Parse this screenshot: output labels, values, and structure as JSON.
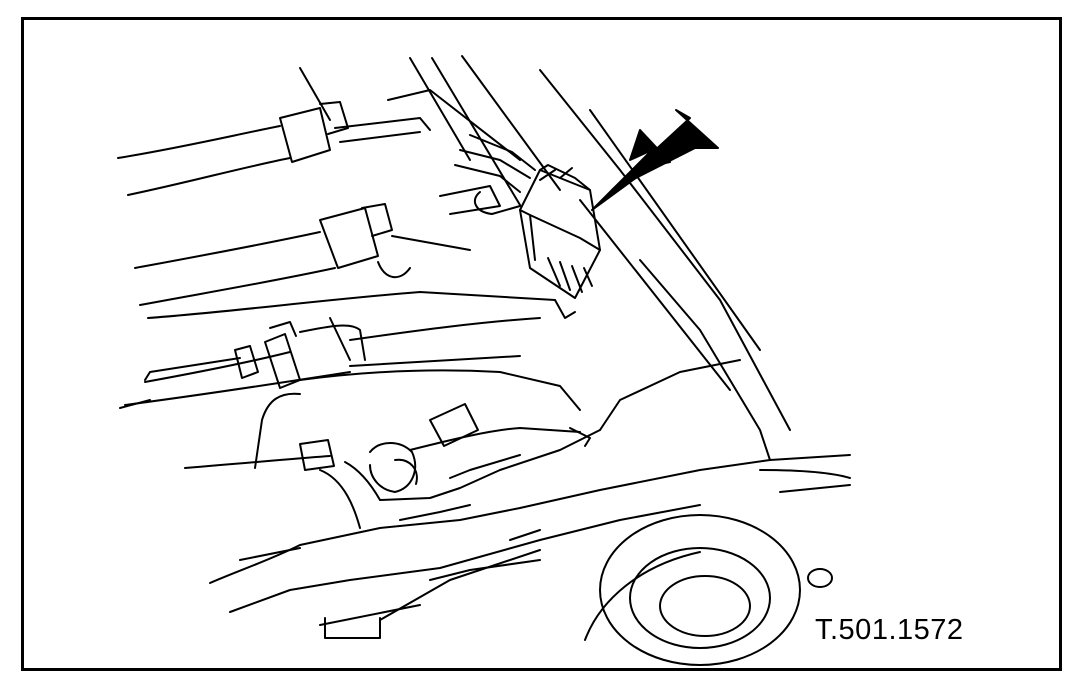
{
  "figure": {
    "reference_code": "T.501.1572",
    "colors": {
      "line": "#000000",
      "background": "#ffffff"
    },
    "depicted_parts": [
      "connector-block",
      "wiring-harness",
      "hoses",
      "pointer-arrow"
    ]
  }
}
